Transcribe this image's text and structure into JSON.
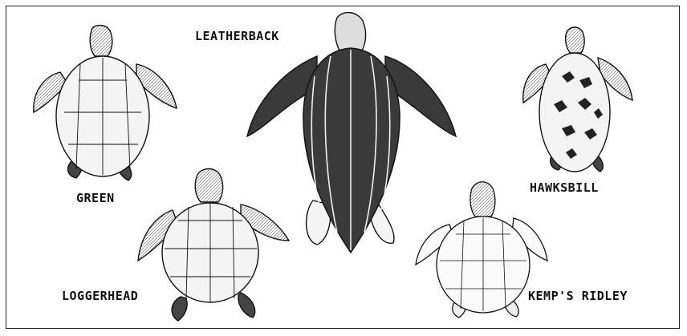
{
  "labels": {
    "leatherback": "LEATHERBACK",
    "green": "GREEN",
    "hawksbill": "HAWKSBILL",
    "loggerhead": "LOGGERHEAD",
    "kemps_ridley": "KEMP'S RIDLEY"
  },
  "colors": {
    "ink": "#111111",
    "dark_shell": "#3a3a3a",
    "light_fill": "#f4f4f4",
    "frame": "#222222"
  }
}
